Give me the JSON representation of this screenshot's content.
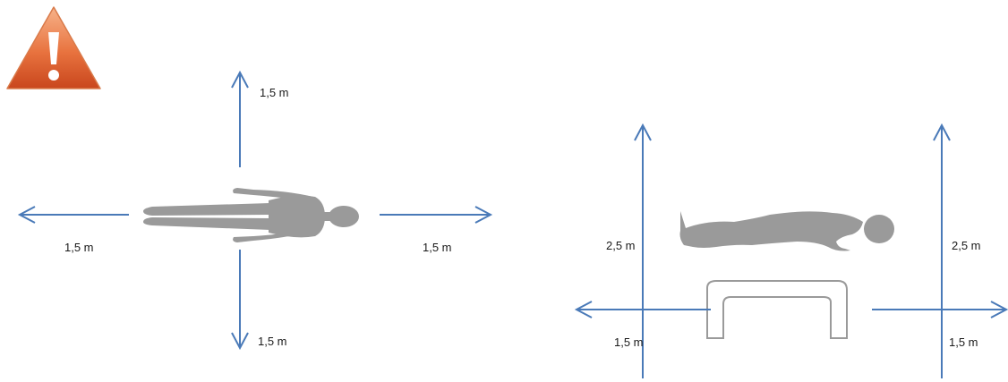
{
  "colors": {
    "arrow": "#4a7ab8",
    "silhouette": "#9a9a9a",
    "table_outline": "#9a9a9a",
    "warning_light": "#f7b38a",
    "warning_dark": "#c9461d"
  },
  "icons": {
    "warning": "warning-triangle-icon"
  },
  "standing": {
    "label_up": "1,5 m",
    "label_left": "1,5 m",
    "label_right": "1,5 m",
    "label_down": "1,5 m"
  },
  "lying": {
    "label_left_height": "2,5 m",
    "label_left_bottom": "1,5 m",
    "label_right_height": "2,5 m",
    "label_right_bottom": "1,5 m"
  }
}
